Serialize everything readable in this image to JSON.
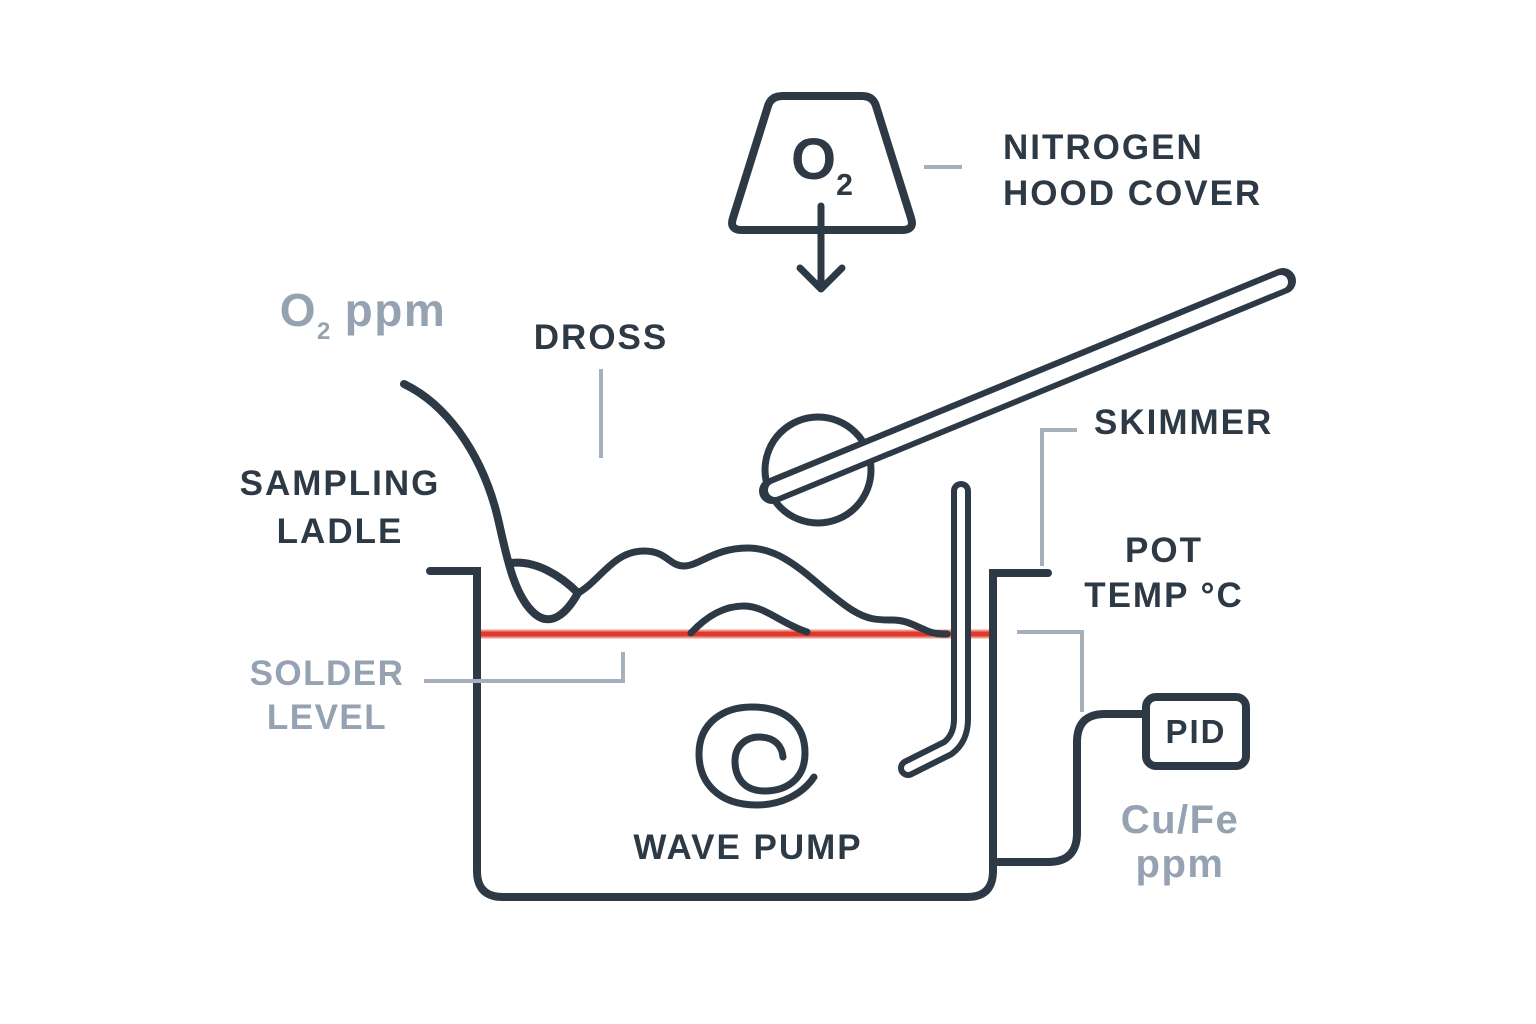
{
  "colors": {
    "ink": "#2d3a46",
    "muted": "#94a2b1",
    "leader": "#a6b0bc",
    "red": "#dd3a2c",
    "red_halo": "#f0968c",
    "bg": "#ffffff"
  },
  "labels": {
    "hood_gas": {
      "base": "O",
      "sub": "2"
    },
    "nitrogen_hood_cover": {
      "line1": "NITROGEN",
      "line2": "HOOD COVER"
    },
    "o2_ppm": {
      "base": "O",
      "sub": "2",
      "rest": " ppm"
    },
    "dross": "DROSS",
    "sampling_ladle": {
      "line1": "SAMPLING",
      "line2": "LADLE"
    },
    "skimmer": "SKIMMER",
    "pot_temp": {
      "line1": "POT",
      "line2": "TEMP °C"
    },
    "solder_level": {
      "line1": "SOLDER",
      "line2": "LEVEL"
    },
    "wave_pump": "WAVE PUMP",
    "pid": "PID",
    "cu_fe_ppm": {
      "line1": "Cu/Fe",
      "line2": "ppm"
    }
  }
}
